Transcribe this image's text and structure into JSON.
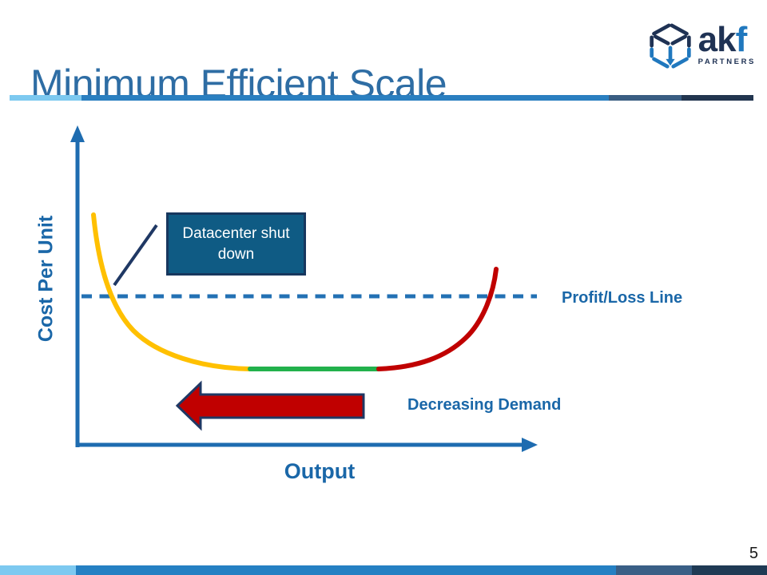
{
  "header": {
    "title": "Minimum Efficient Scale"
  },
  "logo": {
    "text_main": "ak",
    "text_accent": "f",
    "subtext": "PARTNERS"
  },
  "labels": {
    "y_axis": "Cost Per Unit",
    "x_axis": "Output",
    "profit_loss_line": "Profit/Loss Line",
    "decreasing_demand": "Decreasing Demand",
    "callout": "Datacenter shut down"
  },
  "footer": {
    "page_number": "5"
  },
  "theme": {
    "title_color": "#2E6DA4",
    "label_color": "#1A67A8",
    "axis_color": "#1E6CB0",
    "dashed_line_color": "#2371B4",
    "curve_yellow": "#FFC000",
    "curve_green": "#22B14C",
    "curve_red": "#C00000",
    "block_arrow_fill": "#C00000",
    "block_arrow_border": "#1F3864",
    "leader_line_color": "#1F3864",
    "callout_bg": "#0F5B84",
    "callout_border": "#17375E",
    "callout_text_color": "#FFFFFF",
    "page_number_color": "#1A1A1A",
    "logo_navy": "#1F3254",
    "logo_blue": "#2078BE",
    "divider_segments": [
      "#7DC9F0",
      "#2A7FC0",
      "#395D82",
      "#22354F"
    ],
    "footer_segments": [
      "#7DC9F0",
      "#2580C3",
      "#3A5F86",
      "#1F3A54"
    ]
  },
  "chart_data": {
    "type": "line",
    "title": "Minimum Efficient Scale",
    "xlabel": "Output",
    "ylabel": "Cost Per Unit",
    "x_range": [
      0,
      1
    ],
    "y_range": [
      0,
      1
    ],
    "ticks": "none (conceptual chart, unlabeled axes with arrowheads)",
    "grid": false,
    "legend": "none",
    "series": [
      {
        "name": "High-cost declining segment (datacenter shut down region)",
        "color": "#FFC000",
        "x": [
          0.035,
          0.063,
          0.12,
          0.18,
          0.27,
          0.38
        ],
        "y": [
          0.72,
          0.47,
          0.36,
          0.3,
          0.25,
          0.24
        ]
      },
      {
        "name": "Minimum efficient scale flat-bottom segment",
        "color": "#22B14C",
        "x": [
          0.38,
          0.66
        ],
        "y": [
          0.24,
          0.24
        ]
      },
      {
        "name": "Rising-cost segment at high output",
        "color": "#C00000",
        "x": [
          0.66,
          0.77,
          0.84,
          0.9,
          0.91
        ],
        "y": [
          0.24,
          0.26,
          0.34,
          0.47,
          0.55
        ]
      }
    ],
    "reference_lines": [
      {
        "label": "Profit/Loss Line",
        "orientation": "horizontal",
        "y": 0.47,
        "style": "dashed",
        "color": "#2371B4"
      }
    ],
    "annotations": [
      {
        "text": "Datacenter shut down",
        "type": "callout-box",
        "points_to": "yellow high-cost segment"
      },
      {
        "text": "Decreasing Demand",
        "type": "block-arrow-label",
        "arrow_direction": "left",
        "arrow_fill": "#C00000"
      }
    ]
  }
}
